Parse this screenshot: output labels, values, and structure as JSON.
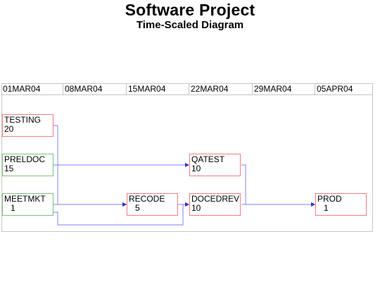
{
  "title": "Software Project",
  "subtitle": "Time-Scaled Diagram",
  "axis": {
    "ticks": [
      "01MAR04",
      "08MAR04",
      "15MAR04",
      "22MAR04",
      "29MAR04",
      "05APR04"
    ]
  },
  "activities": [
    {
      "name": "TESTING",
      "duration": "20",
      "start": "01MAR04",
      "critical": true
    },
    {
      "name": "PRELDOC",
      "duration": "15",
      "start": "01MAR04",
      "critical": false
    },
    {
      "name": "MEETMKT",
      "duration": "1",
      "start": "01MAR04",
      "critical": false
    },
    {
      "name": "RECODE",
      "duration": "5",
      "start": "15MAR04",
      "critical": true
    },
    {
      "name": "QATEST",
      "duration": "10",
      "start": "22MAR04",
      "critical": true
    },
    {
      "name": "DOCEDREV",
      "duration": "10",
      "start": "22MAR04",
      "critical": true
    },
    {
      "name": "PROD",
      "duration": "1",
      "start": "05APR04",
      "critical": true
    }
  ],
  "links": [
    {
      "from": "TESTING",
      "to": "RECODE"
    },
    {
      "from": "PRELDOC",
      "to": "QATEST"
    },
    {
      "from": "MEETMKT",
      "to": "RECODE"
    },
    {
      "from": "MEETMKT",
      "to": "DOCEDREV"
    },
    {
      "from": "RECODE",
      "to": "DOCEDREV"
    },
    {
      "from": "QATEST",
      "to": "PROD"
    },
    {
      "from": "DOCEDREV",
      "to": "PROD"
    }
  ],
  "colors": {
    "critical_border": "#f08080",
    "noncritical_border": "#7cc47c",
    "link": "#8080ff",
    "grid": "#c6c6c6"
  }
}
